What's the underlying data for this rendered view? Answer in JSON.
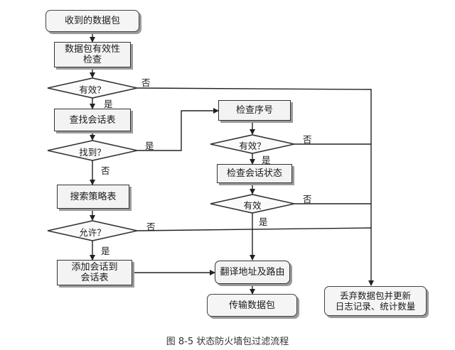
{
  "boxes": {
    "received": "收到的数据包",
    "validity_check_line1": "数据包有效性",
    "validity_check_line2": "检查",
    "find_session": "查找会话表",
    "search_policy": "搜索策略表",
    "add_session_line1": "添加会话到",
    "add_session_line2": "会话表",
    "check_seq": "检查序号",
    "check_session_state": "检查会话状态",
    "translate_route": "翻译地址及路由",
    "transmit": "传输数据包",
    "discard_line1": "丢弃数据包并更新",
    "discard_line2": "日志记录、统计数量"
  },
  "decisions": {
    "valid1": "有效？",
    "found": "找到？",
    "allowed": "允许？",
    "valid2": "有效？",
    "valid3": "有效"
  },
  "edge_labels": {
    "yes": "是",
    "no": "否"
  },
  "caption": "图 8-5  状态防火墙包过滤流程"
}
